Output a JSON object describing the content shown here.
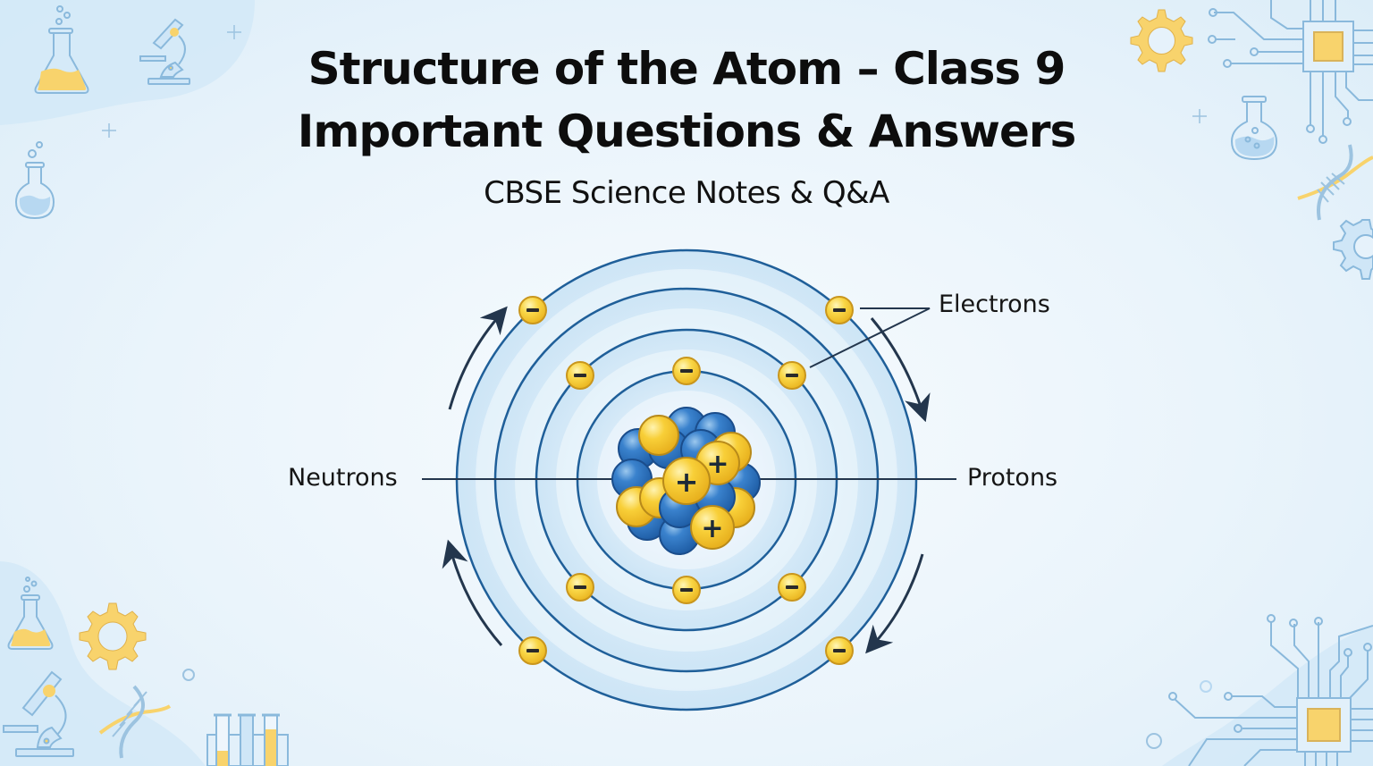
{
  "header": {
    "title_line1": "Structure of the Atom – Class 9",
    "title_line2": "Important Questions & Answers",
    "subtitle": "CBSE Science Notes & Q&A"
  },
  "diagram": {
    "subject": "atom-structure",
    "labels": {
      "electrons": "Electrons",
      "neutrons": "Neutrons",
      "protons": "Protons"
    },
    "electron_symbol": "−",
    "proton_symbol": "+",
    "orbit_count": 4,
    "electron_count": 10,
    "orbit_direction": "clockwise"
  },
  "decorations": {
    "icons": [
      "flask-icon",
      "microscope-icon",
      "round-flask-icon",
      "gear-icon",
      "circuit-chip-icon",
      "dna-icon",
      "test-tubes-icon",
      "sparkle-icon"
    ]
  },
  "colors": {
    "background": "#eaf4fb",
    "orbit_line": "#1f5f99",
    "orbit_fill": "#cfe6f7",
    "electron_fill": "#f7cd3a",
    "electron_stroke": "#c9961d",
    "neutron_fill": "#2f74c0",
    "proton_fill": "#f5c52e",
    "arrow": "#23364d",
    "decor_line": "#8ab9dc",
    "decor_yellow": "#f8d36c"
  }
}
